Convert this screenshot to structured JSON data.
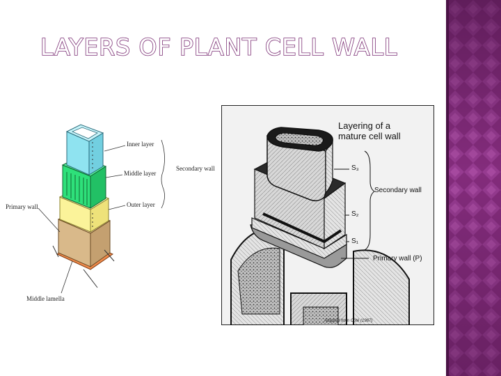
{
  "slide": {
    "title": "LAYERS OF PLANT CELL WALL",
    "accent_color": "#7a2d73",
    "band_colors": [
      "#5a1a55",
      "#a63e9e"
    ]
  },
  "left_diagram": {
    "labels": {
      "inner_layer": "Inner layer",
      "middle_layer": "Middle layer",
      "outer_layer": "Outer layer",
      "secondary_wall": "Secondary wall",
      "primary_wall": "Primary wall",
      "middle_lamella": "Middle lamella"
    },
    "colors": {
      "inner": "#8fe3f0",
      "middle": "#2ee07a",
      "outer": "#fbf39a",
      "primary": "#d9b98a",
      "lamella": "#f08a4b"
    }
  },
  "right_diagram": {
    "title_line1": "Layering of a",
    "title_line2": "mature cell wall",
    "labels": {
      "s3": "S₃",
      "s2": "S₂",
      "s1": "S₁",
      "secondary_wall": "Secondary wall",
      "primary_wall": "Primary wall (P)"
    },
    "credit": "Adapted from Côté (1967)"
  }
}
